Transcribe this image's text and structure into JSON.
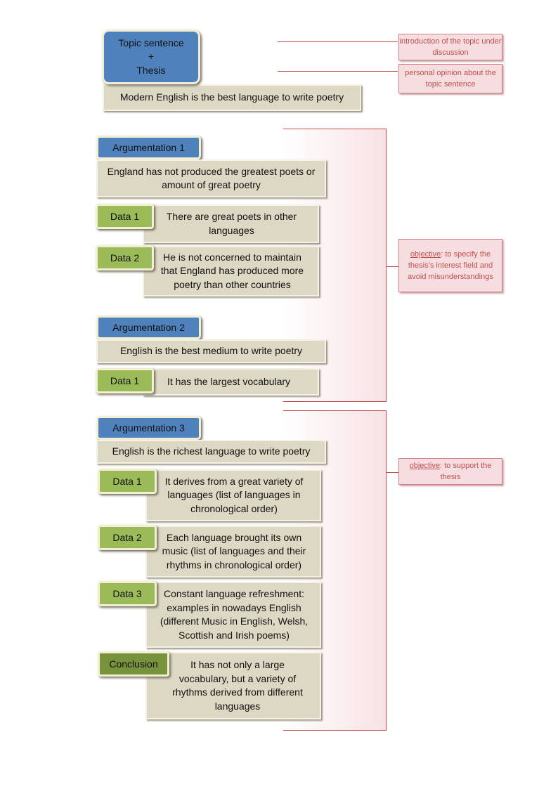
{
  "thesis": {
    "header_lines": [
      "Topic sentence",
      "+",
      "Thesis"
    ],
    "statement": "Modern English is the best language to write poetry"
  },
  "notes": {
    "topic_intro": "introduction of the topic under discussion",
    "personal_opinion": "personal opinion about the topic sentence",
    "objective_1": {
      "prefix": "objective",
      "text": ": to specify the thesis’s interest field and avoid misunderstandings"
    },
    "objective_2": {
      "prefix": "objective",
      "text": ": to support the thesis"
    }
  },
  "arguments": [
    {
      "label": "Argumentation 1",
      "claim": "England has not produced the greatest poets or amount of great poetry",
      "data": [
        {
          "label": "Data 1",
          "text": "There are great poets in other languages"
        },
        {
          "label": "Data 2",
          "text": "He is not concerned to maintain that England has produced more poetry than other countries"
        }
      ]
    },
    {
      "label": "Argumentation 2",
      "claim": "English is the best medium to write poetry",
      "data": [
        {
          "label": "Data 1",
          "text": "It has the largest vocabulary"
        }
      ]
    },
    {
      "label": "Argumentation 3",
      "claim": "English is the richest language to write poetry",
      "data": [
        {
          "label": "Data 1",
          "text": "It derives from a great variety of languages (list of languages in chronological order)"
        },
        {
          "label": "Data 2",
          "text": "Each language brought its own music (list of languages and their rhythms in chronological order)"
        },
        {
          "label": "Data 3",
          "text": "Constant language refreshment: examples in nowadays English (different Music in English, Welsh, Scottish and Irish poems)"
        }
      ]
    }
  ],
  "conclusion": {
    "label": "Conclusion",
    "text": "It has not only a large vocabulary, but a variety of rhythms derived from different languages"
  }
}
